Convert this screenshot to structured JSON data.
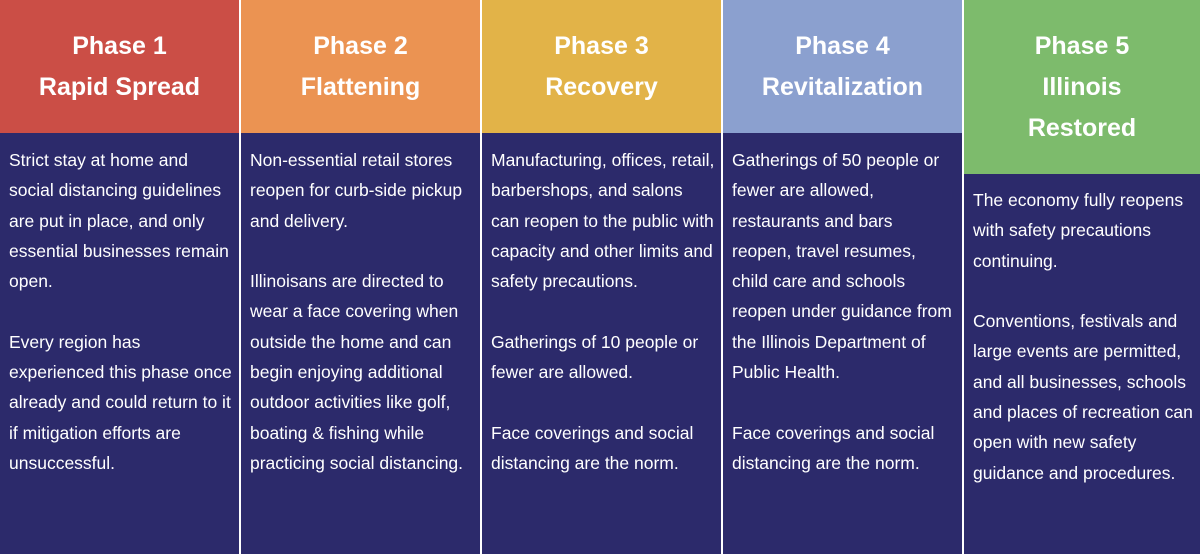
{
  "colors": {
    "body_bg": "#2c2a6b",
    "phase1": "#cb4e46",
    "phase2": "#eb9352",
    "phase3": "#e2b348",
    "phase4": "#8ba0cf",
    "phase5": "#7dbb6c",
    "text": "#ffffff"
  },
  "phases": [
    {
      "title": "Phase 1",
      "subtitle": [
        "Rapid Spread"
      ],
      "paragraphs": [
        "Strict stay at home and social distancing guidelines are put in place, and only essential businesses remain open.",
        "Every region has experienced this phase once already and could return to it if mitigation efforts are unsuccessful."
      ]
    },
    {
      "title": "Phase 2",
      "subtitle": [
        "Flattening"
      ],
      "paragraphs": [
        "Non-essential retail stores reopen for curb-side pickup and delivery.",
        "Illinoisans are directed to wear a face covering when outside the home and can begin enjoying additional outdoor activities like golf, boating & fishing while practicing social distancing."
      ]
    },
    {
      "title": "Phase 3",
      "subtitle": [
        "Recovery"
      ],
      "paragraphs": [
        "Manufacturing, offices, retail, barbershops, and salons can reopen to the public with capacity and other limits and safety precautions.",
        "Gatherings of 10 people or fewer are allowed.",
        "Face coverings and social distancing are the norm."
      ]
    },
    {
      "title": "Phase 4",
      "subtitle": [
        "Revitalization"
      ],
      "paragraphs": [
        "Gatherings of 50 people or fewer are allowed, restaurants and bars reopen, travel resumes, child care and schools reopen under guidance from the Illinois Department of Public Health.",
        "Face coverings and social distancing are the norm."
      ]
    },
    {
      "title": "Phase 5",
      "subtitle": [
        "Illinois",
        "Restored"
      ],
      "paragraphs": [
        "The economy fully reopens with safety precautions continuing.",
        "Conventions, festivals and large events are permitted, and all businesses, schools and places of recreation can open with new safety guidance and procedures."
      ]
    }
  ]
}
